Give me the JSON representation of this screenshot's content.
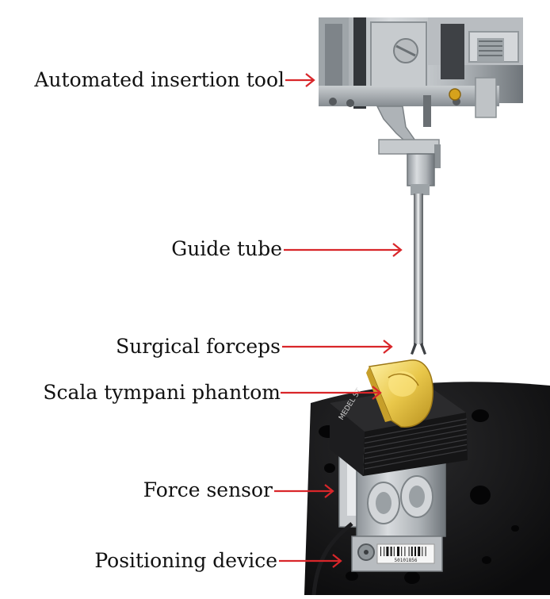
{
  "colors": {
    "arrow": "#d9262a",
    "text": "#111111"
  },
  "labels": [
    "Automated insertion tool",
    "Guide tube",
    "Surgical forceps",
    "Scala tympani phantom",
    "Force sensor",
    "Positioning device"
  ],
  "photo_text": {
    "block_label": "MEDEL ST",
    "barcode_number": "50101856"
  }
}
